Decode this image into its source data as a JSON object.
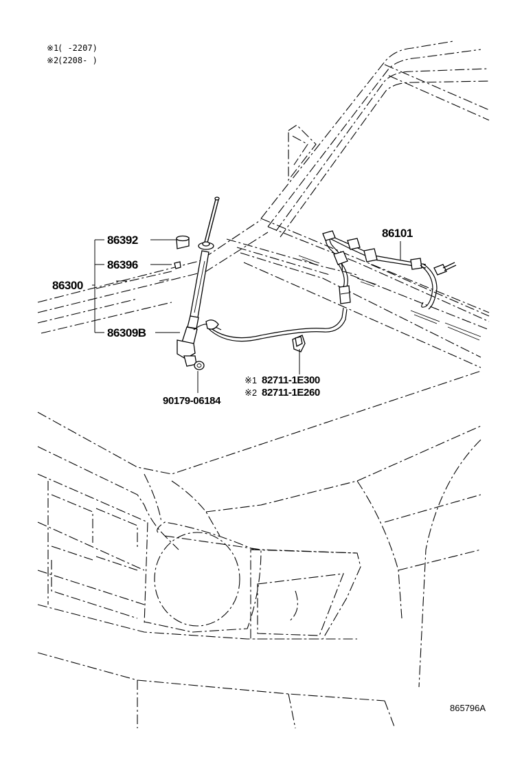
{
  "legend": [
    {
      "marker": "※1",
      "text": "(       -2207)"
    },
    {
      "marker": "※2",
      "text": "(2208-       )"
    }
  ],
  "parts": {
    "p86392": "86392",
    "p86396": "86396",
    "p86300": "86300",
    "p86309B": "86309B",
    "p90179": "90179-06184",
    "p86101": "86101",
    "p82711_1": {
      "marker": "※1",
      "code": "82711-1E300"
    },
    "p82711_2": {
      "marker": "※2",
      "code": "82711-1E260"
    }
  },
  "diagram_code": "865796A"
}
